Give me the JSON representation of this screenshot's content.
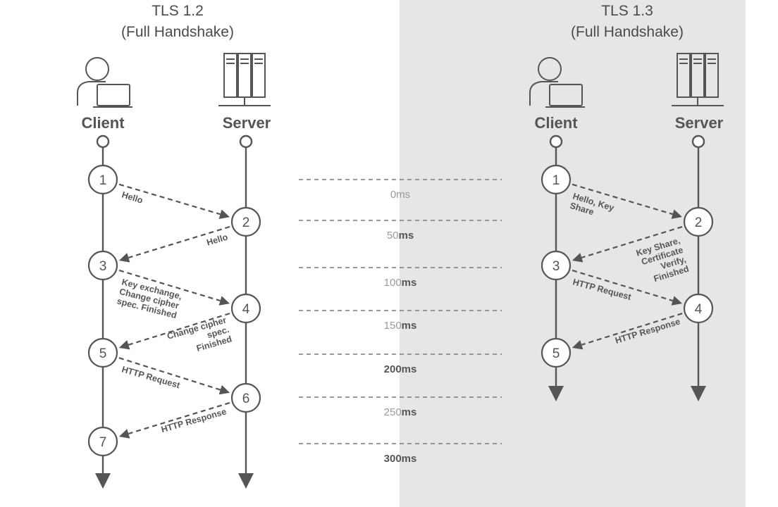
{
  "tls12": {
    "title_line1": "TLS 1.2",
    "title_line2": "(Full Handshake)",
    "client_label": "Client",
    "server_label": "Server",
    "steps": [
      "1",
      "2",
      "3",
      "4",
      "5",
      "6",
      "7"
    ],
    "messages": [
      {
        "lines": [
          "Hello"
        ]
      },
      {
        "lines": [
          "Hello"
        ]
      },
      {
        "lines": [
          "Key exchange,",
          "Change cipher",
          "spec. Finished"
        ]
      },
      {
        "lines": [
          "Change cipher",
          "spec.",
          "Finished"
        ]
      },
      {
        "lines": [
          "HTTP Request"
        ]
      },
      {
        "lines": [
          "HTTP Response"
        ]
      }
    ]
  },
  "tls13": {
    "title_line1": "TLS 1.3",
    "title_line2": "(Full Handshake)",
    "client_label": "Client",
    "server_label": "Server",
    "steps": [
      "1",
      "2",
      "3",
      "4",
      "5"
    ],
    "messages": [
      {
        "lines": [
          "Hello, Key",
          "Share"
        ]
      },
      {
        "lines": [
          "Key Share,",
          "Certificate",
          "Verify,",
          "Finished"
        ]
      },
      {
        "lines": [
          "HTTP Request"
        ]
      },
      {
        "lines": [
          "HTTP Response"
        ]
      }
    ]
  },
  "timeline": {
    "ticks": [
      {
        "num": "0",
        "unit": "ms"
      },
      {
        "num": "50",
        "unit": "ms"
      },
      {
        "num": "100",
        "unit": "ms"
      },
      {
        "num": "150",
        "unit": "ms"
      },
      {
        "num": "200",
        "unit": "ms"
      },
      {
        "num": "250",
        "unit": "ms"
      },
      {
        "num": "300",
        "unit": "ms"
      }
    ]
  },
  "colors": {
    "ink": "#555555",
    "right_panel": "#e6e6e6",
    "background": "#ffffff"
  }
}
